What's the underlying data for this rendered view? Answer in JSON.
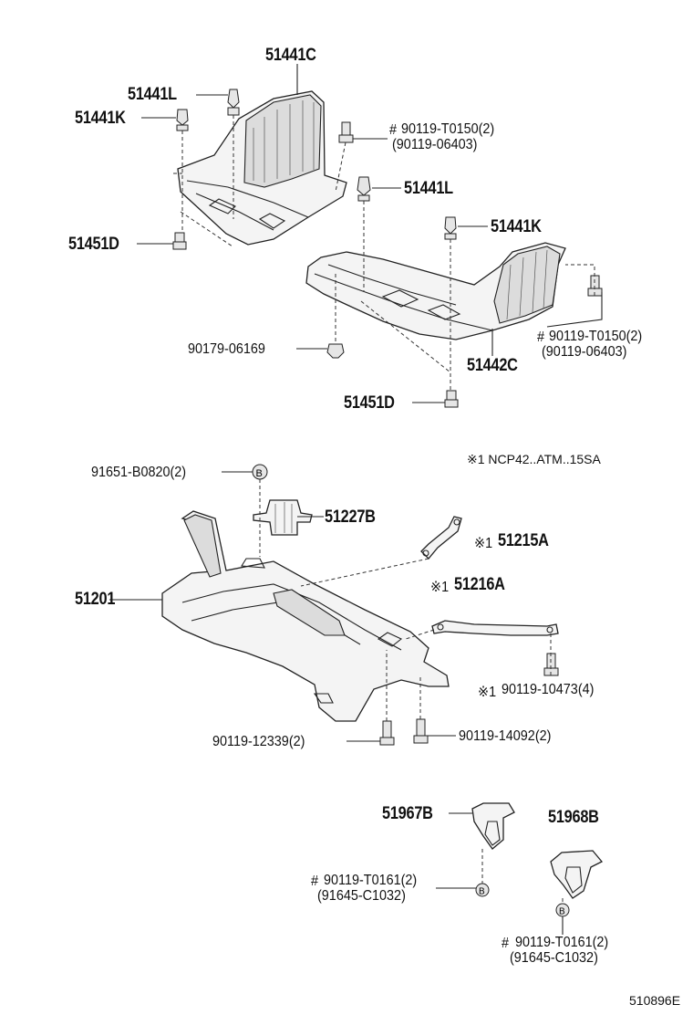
{
  "labels": {
    "p51441C": "51441C",
    "p51441L_a": "51441L",
    "p51441K_a": "51441K",
    "p90119T0150_a": "90119-T0150(2)",
    "p90119_06403_a": "(90119-06403)",
    "p51441L_b": "51441L",
    "p51441K_b": "51441K",
    "p51451D_a": "51451D",
    "p90119T0150_b": "90119-T0150(2)",
    "p90119_06403_b": "(90119-06403)",
    "p90179_06169": "90179-06169",
    "p51442C": "51442C",
    "p51451D_b": "51451D",
    "note_ncp": "※1 NCP42..ATM..15SA",
    "p91651B0820": "91651-B0820(2)",
    "p51227B": "51227B",
    "p51215A": "51215A",
    "p51201": "51201",
    "p51216A": "51216A",
    "p90119_10473": "90119-10473(4)",
    "p90119_12339": "90119-12339(2)",
    "p90119_14092": "90119-14092(2)",
    "p51967B": "51967B",
    "p51968B": "51968B",
    "p90119T0161_a": "90119-T0161(2)",
    "p91645C1032_a": "(91645-C1032)",
    "p90119T0161_b": "90119-T0161(2)",
    "p91645C1032_b": "(91645-C1032)",
    "diagram_code": "510896E"
  },
  "marks": {
    "hash": "#",
    "kome1": "※1",
    "b_marker": "B"
  },
  "colors": {
    "ink": "#111111",
    "part_fill": "#f4f4f4",
    "shade_fill": "#dcdcdc",
    "background": "#ffffff"
  }
}
